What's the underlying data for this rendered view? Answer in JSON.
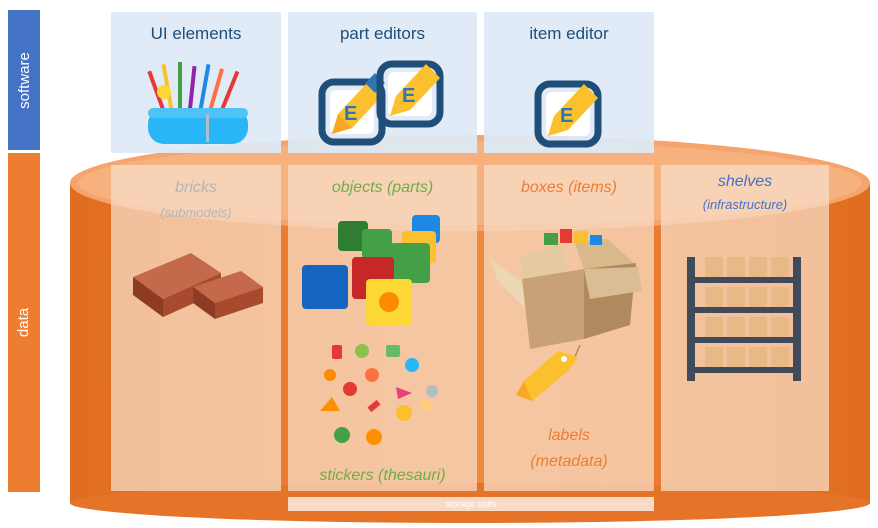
{
  "sidebar": {
    "software_label": "software",
    "data_label": "data"
  },
  "software": {
    "ui_elements": "UI elements",
    "part_editors": "part editors",
    "item_editor": "item editor"
  },
  "data": {
    "bricks": "bricks",
    "submodels": "(submodels)",
    "objects": "objects (parts)",
    "stickers": "stickers (thesauri)",
    "boxes": "boxes (items)",
    "labels": "labels",
    "metadata": "(metadata)",
    "shelves": "shelves",
    "infrastructure": "(infrastructure)"
  },
  "footer": {
    "storage_units": "storage units"
  },
  "colors": {
    "software_blue": "#4472c4",
    "data_orange": "#ed7d31",
    "label_gray": "#b5b5b5",
    "label_green": "#70ad47",
    "label_orange": "#ed7d31",
    "label_blue": "#4472c4"
  }
}
